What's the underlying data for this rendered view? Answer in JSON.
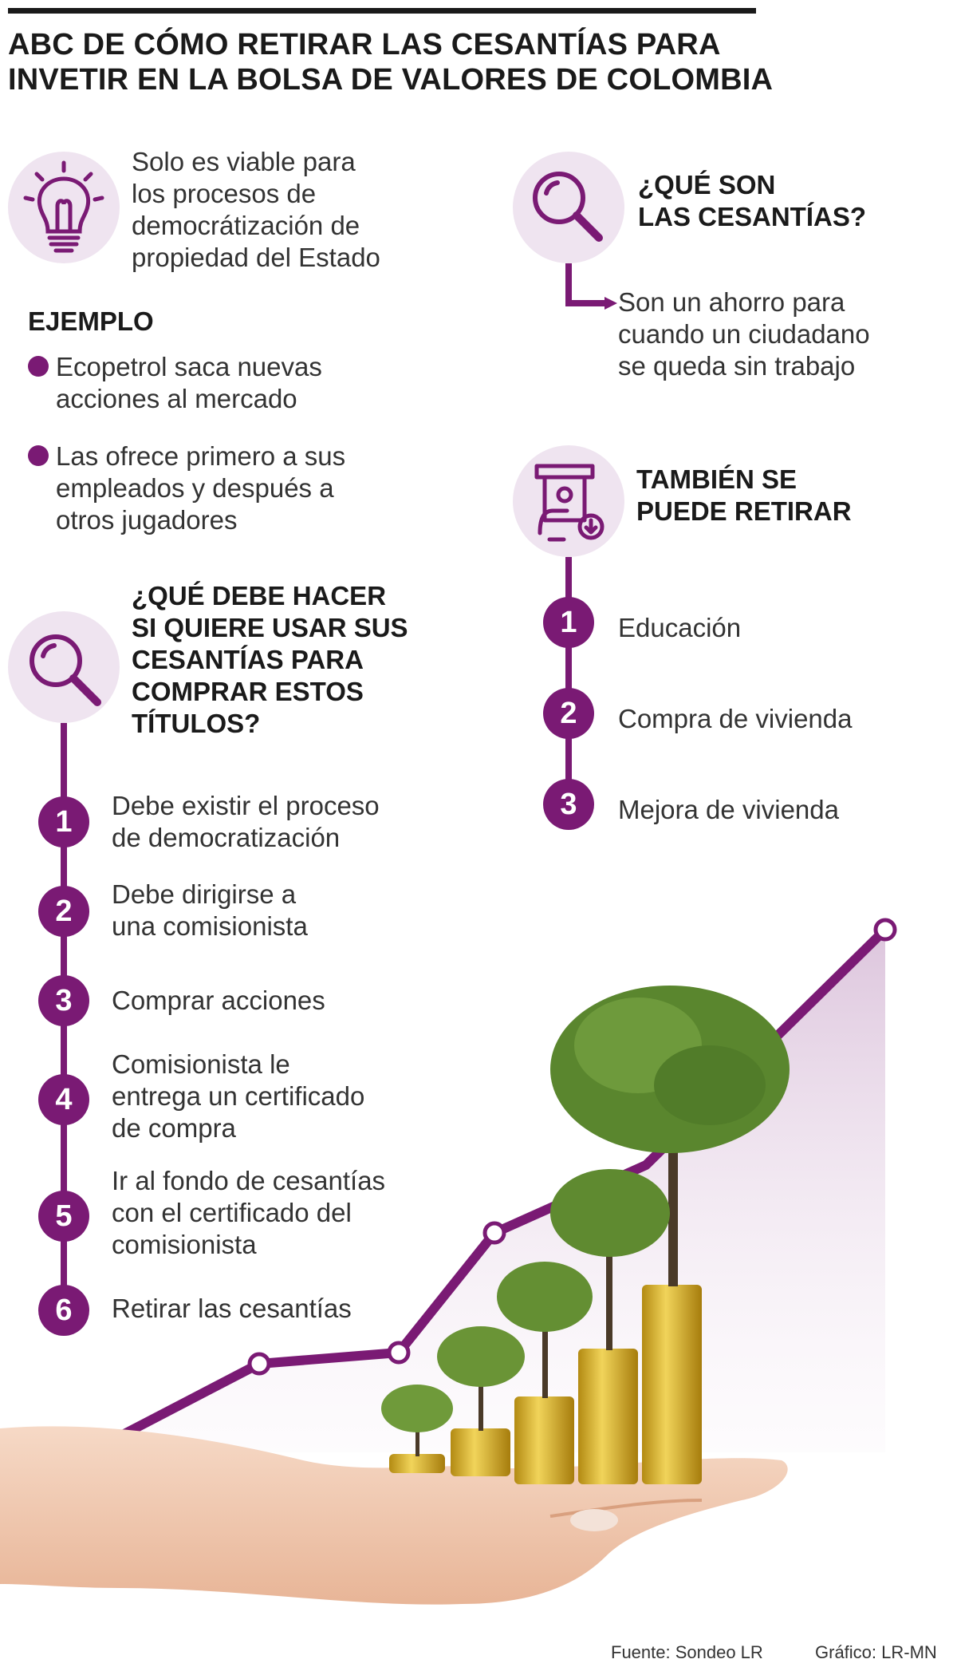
{
  "title": {
    "line1": "ABC DE CÓMO RETIRAR LAS CESANTÍAS PARA",
    "line2": "INVETIR EN LA BOLSA DE VALORES DE COLOMBIA"
  },
  "viability": {
    "icon": "lightbulb-icon",
    "lines": [
      "Solo es viable para",
      "los procesos de",
      "democrátización de",
      "propiedad del Estado"
    ]
  },
  "example": {
    "heading": "EJEMPLO",
    "items": [
      {
        "line1": "Ecopetrol saca nuevas",
        "line2": "acciones al mercado"
      },
      {
        "line1": "Las ofrece primero a sus",
        "line2": "empleados y después a",
        "line3": "otros jugadores"
      }
    ]
  },
  "what_to_do": {
    "icon": "magnifier-icon",
    "heading_lines": [
      "¿QUÉ DEBE HACER",
      "SI QUIERE USAR SUS",
      "CESANTÍAS PARA",
      "COMPRAR ESTOS",
      "TÍTULOS?"
    ],
    "steps": [
      {
        "num": "1",
        "lines": [
          "Debe existir el proceso",
          "de democratización"
        ]
      },
      {
        "num": "2",
        "lines": [
          "Debe dirigirse a",
          "una comisionista"
        ]
      },
      {
        "num": "3",
        "lines": [
          "Comprar acciones"
        ]
      },
      {
        "num": "4",
        "lines": [
          "Comisionista le",
          "entrega un certificado",
          "de compra"
        ]
      },
      {
        "num": "5",
        "lines": [
          "Ir al fondo de cesantías",
          "con el certificado del",
          "comisionista"
        ]
      },
      {
        "num": "6",
        "lines": [
          "Retirar las cesantías"
        ]
      }
    ]
  },
  "what_are": {
    "icon": "magnifier-icon",
    "heading_lines": [
      "¿QUÉ SON",
      "LAS CESANTÍAS?"
    ],
    "answer_lines": [
      "Son un ahorro para",
      "cuando un ciudadano",
      "se queda sin trabajo"
    ]
  },
  "also_withdraw": {
    "icon": "atm-cash-icon",
    "heading_lines": [
      "TAMBIÉN SE",
      "PUEDE RETIRAR"
    ],
    "items": [
      {
        "num": "1",
        "label": "Educación"
      },
      {
        "num": "2",
        "label": "Compra de vivienda"
      },
      {
        "num": "3",
        "label": "Mejora de vivienda"
      }
    ]
  },
  "illustration": "hand-holding-coins-trees-icon",
  "footer": {
    "source": "Fuente: Sondeo LR",
    "credit": "Gráfico: LR-MN"
  },
  "colors": {
    "accent": "#7a1a74",
    "icon_bg": "#efe4f0",
    "text": "#333333"
  }
}
